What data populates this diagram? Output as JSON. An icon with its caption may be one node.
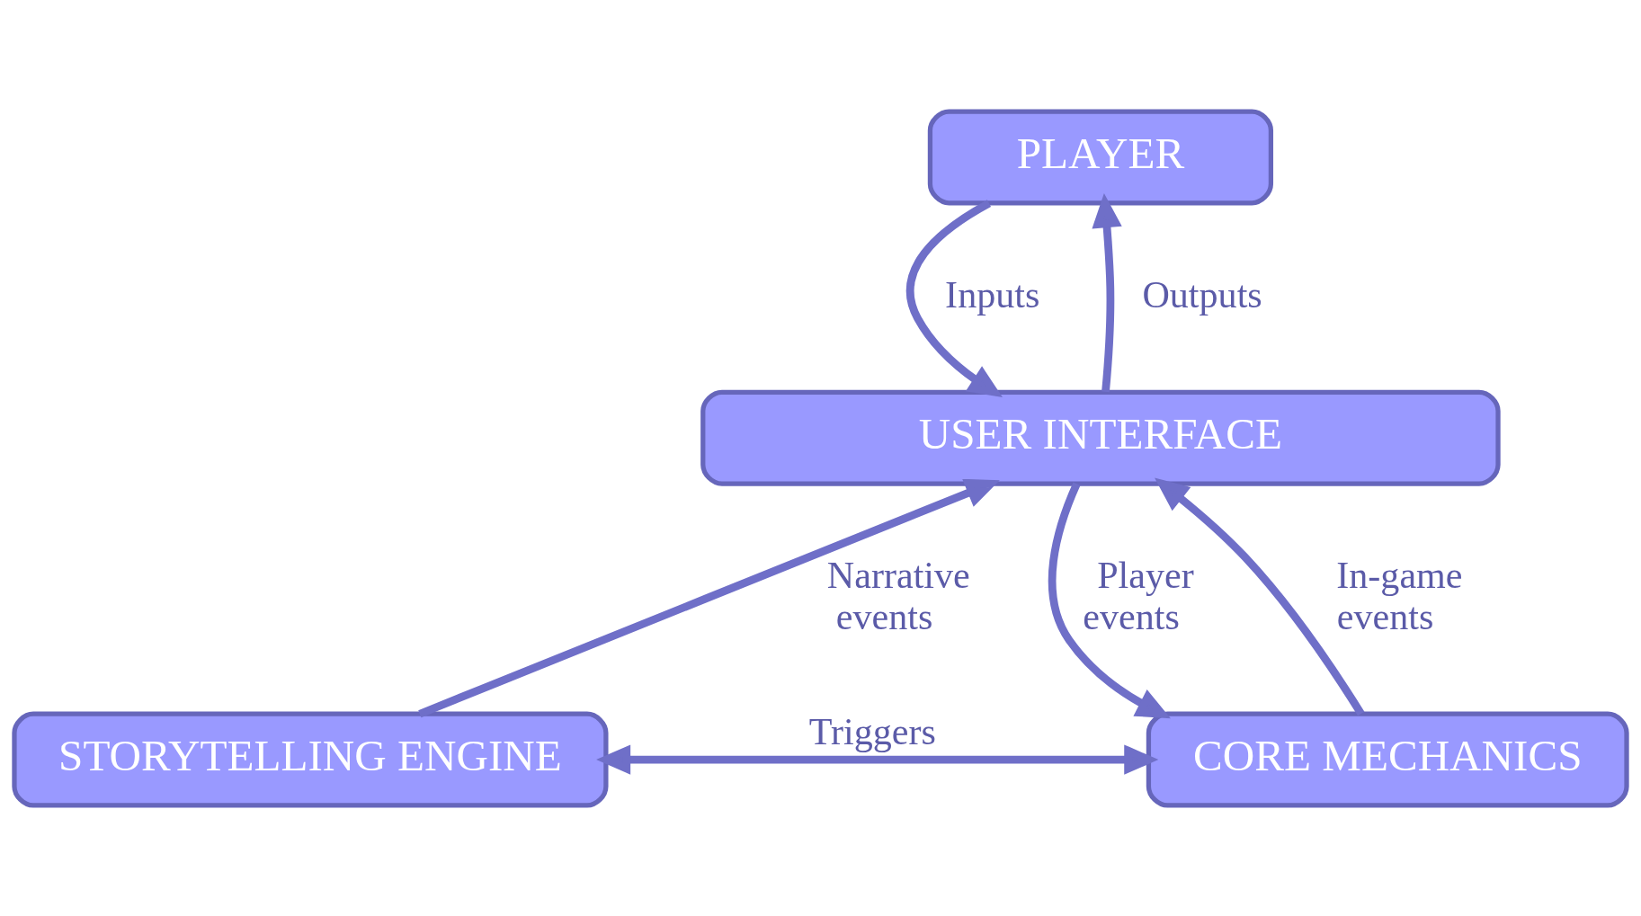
{
  "diagram": {
    "nodes": [
      {
        "text": [
          "PLAYER"
        ]
      },
      {
        "text": [
          "USER INTERFACE"
        ]
      },
      {
        "text": [
          "STORYTELLING ENGINE"
        ]
      },
      {
        "text": [
          "CORE MECHANICS"
        ]
      }
    ],
    "edges": [
      {
        "from": 1,
        "to": 0,
        "arrow": "to",
        "label": "Outputs"
      },
      {
        "from": 0,
        "to": 1,
        "arrow": "to",
        "label": "Inputs"
      },
      {
        "from": 2,
        "to": 1,
        "arrow": "to",
        "label": "Narrative events"
      },
      {
        "from": 3,
        "to": 1,
        "arrow": "to",
        "label": "In-game events"
      },
      {
        "from": 1,
        "to": 3,
        "arrow": "to",
        "label": "Player events"
      },
      {
        "from": 2,
        "to": 3,
        "arrow": "both",
        "label": "Triggers"
      }
    ]
  }
}
